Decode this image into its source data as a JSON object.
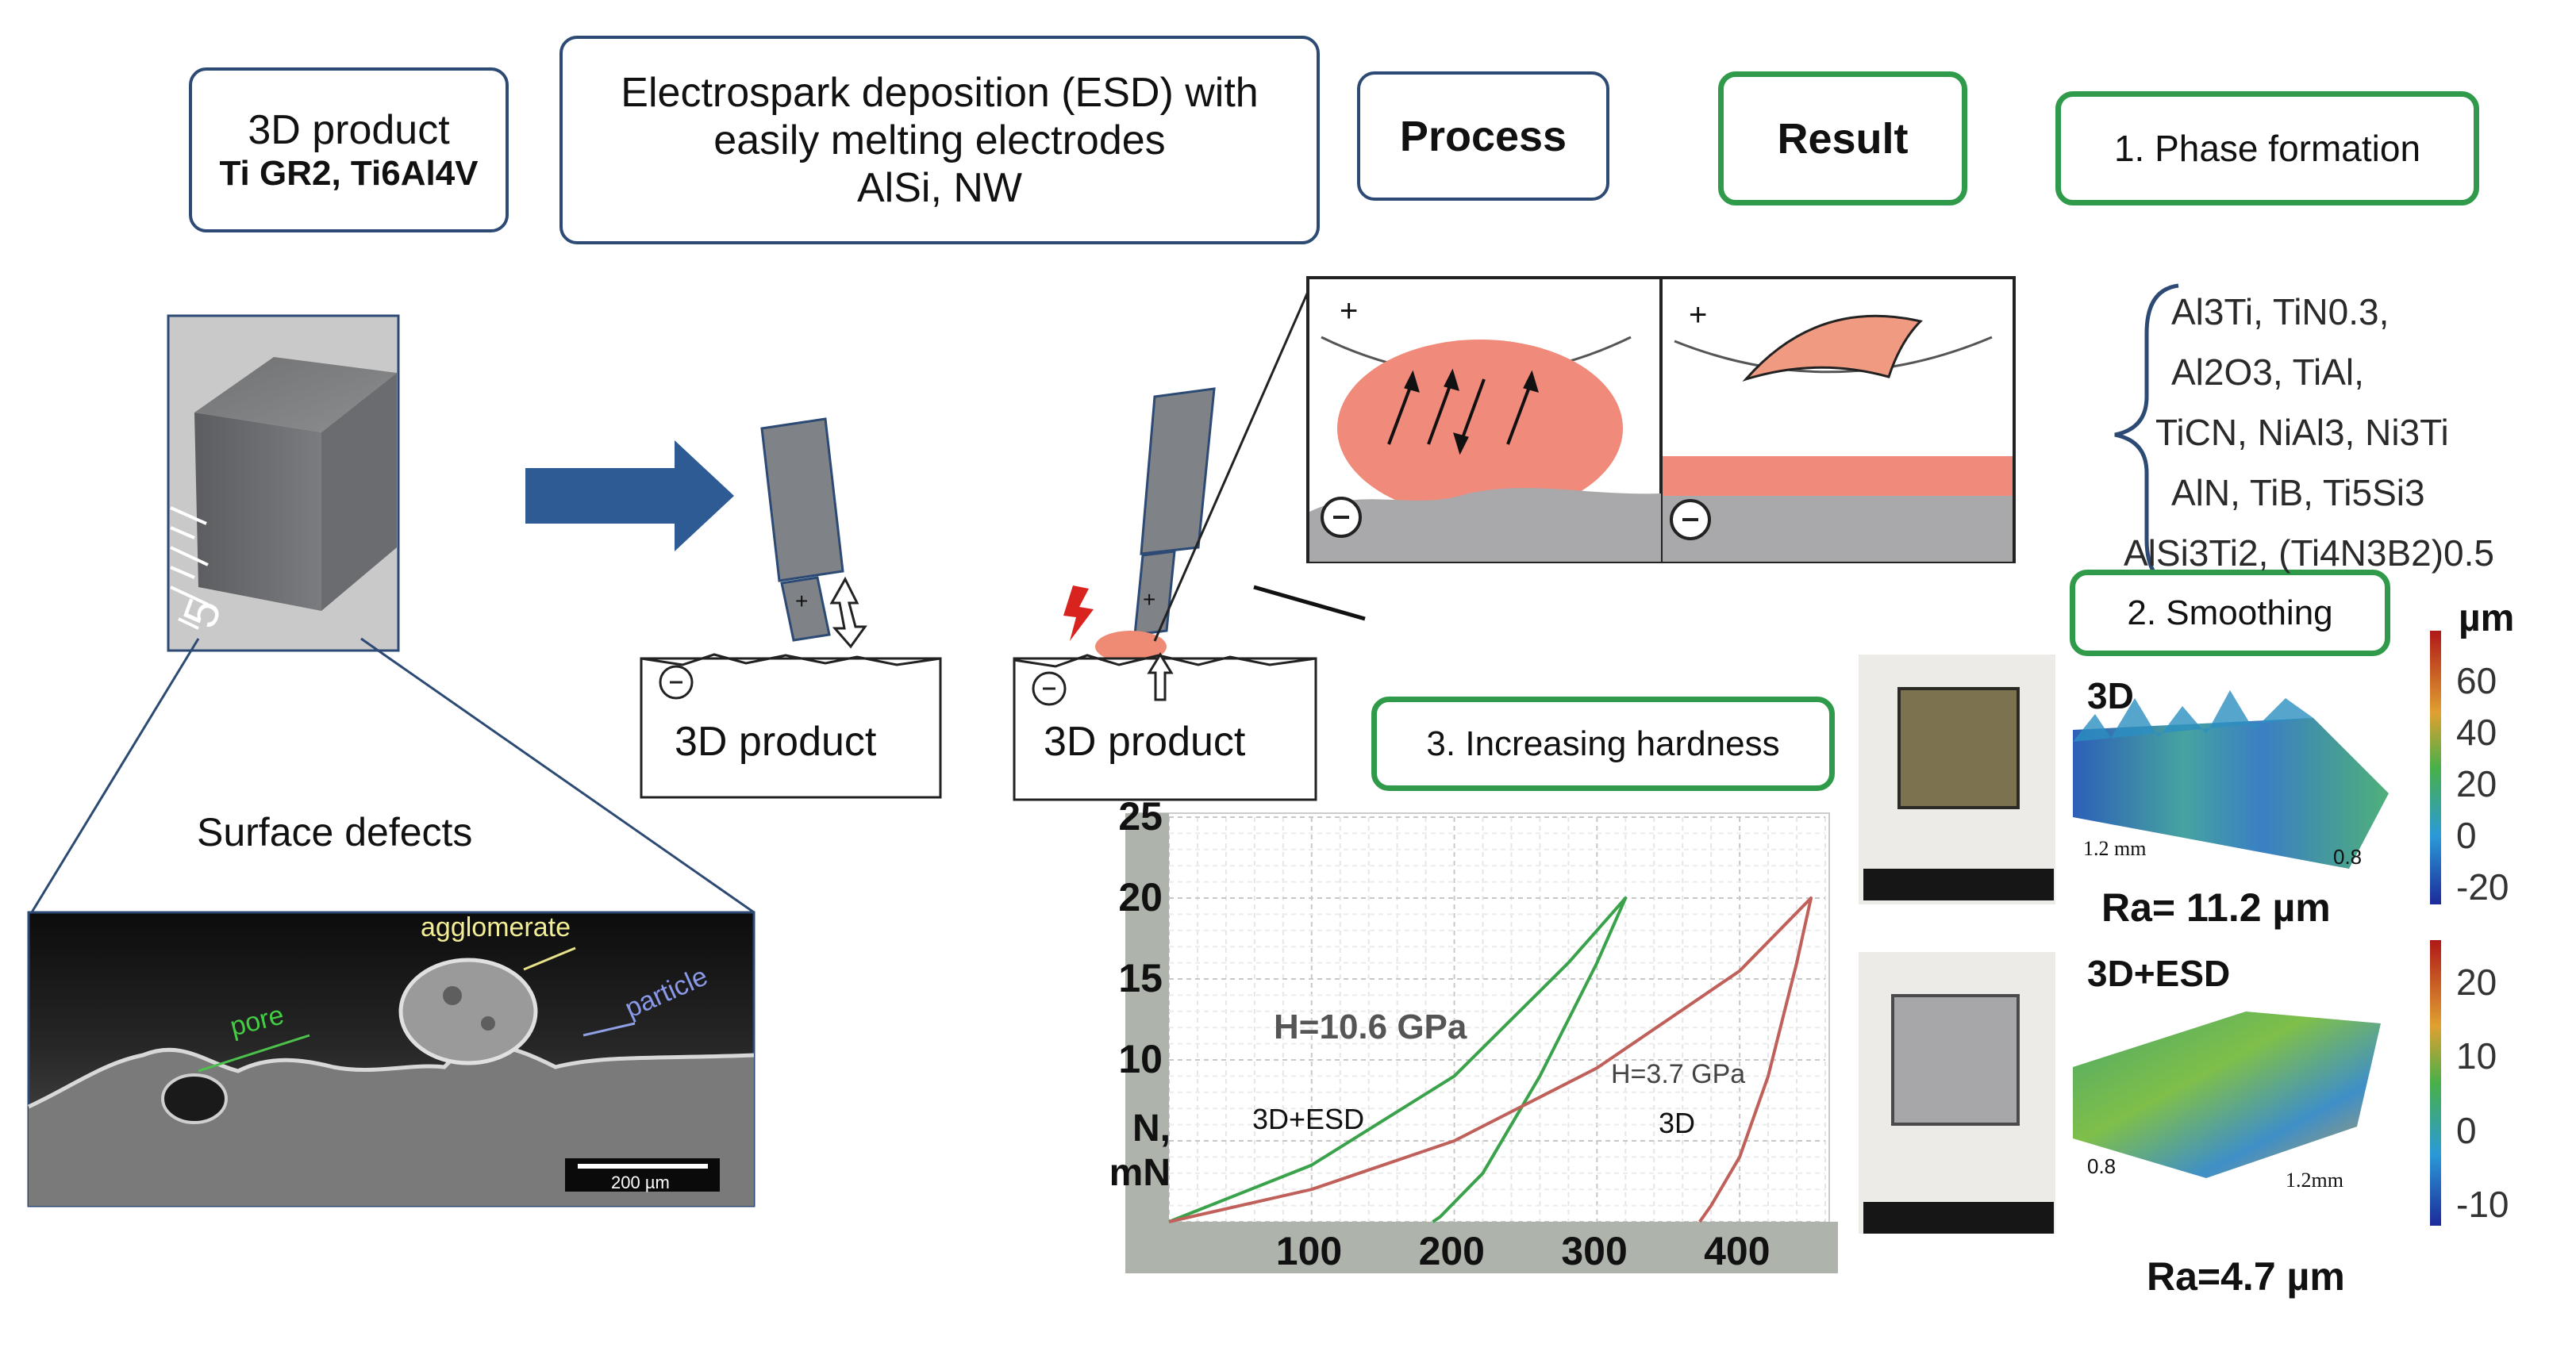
{
  "boxes": {
    "product": {
      "title": "3D product",
      "subtitle": "Ti GR2, Ti6Al4V"
    },
    "esd": {
      "line1": "Electrospark deposition (ESD) with",
      "line2": "easily melting electrodes",
      "line3": "AlSi, NW"
    },
    "process": "Process",
    "result": "Result",
    "phase_formation": "1. Phase formation",
    "smoothing": "2. Smoothing",
    "hardness": "3. Increasing hardness"
  },
  "phases": [
    "Al3Ti, TiN0.3,",
    "Al2O3, TiAl,",
    "TiCN, NiAl3, Ni3Ti",
    "AlN, TiB, Ti5Si3",
    "AlSi3Ti2, (Ti4N3B2)0.5"
  ],
  "process_labels": {
    "product1": "3D product",
    "product2": "3D product",
    "plus": "+",
    "minus": "-"
  },
  "defects": {
    "title": "Surface defects",
    "agglomerate": "agglomerate",
    "pore": "pore",
    "particle": "particle",
    "scale": "200 µm",
    "ruler_digit": "5"
  },
  "roughness": {
    "unit": "µm",
    "top": {
      "label": "3D",
      "x_dim": "1.2 mm",
      "y_dim": "0.8",
      "ra": "Ra= 11.2 µm",
      "ticks": [
        "60",
        "40",
        "20",
        "0",
        "-20"
      ]
    },
    "bottom": {
      "label": "3D+ESD",
      "x_dim": "1.2mm",
      "y_dim": "0.8",
      "ra": "Ra=4.7 µm",
      "ticks": [
        "20",
        "10",
        "0",
        "-10"
      ]
    }
  },
  "chart_data": {
    "type": "line",
    "title": "3. Increasing hardness",
    "xlabel": "",
    "ylabel": "N, mN",
    "xlim": [
      0,
      460
    ],
    "ylim": [
      0,
      25
    ],
    "x_ticks": [
      "100",
      "200",
      "300",
      "400"
    ],
    "y_ticks": [
      "25",
      "20",
      "15",
      "10"
    ],
    "series": [
      {
        "name": "3D+ESD",
        "annotation": "H=10.6 GPa",
        "color": "#3aa24a",
        "x": [
          0,
          100,
          200,
          280,
          320,
          300,
          260,
          220,
          190,
          185
        ],
        "y": [
          0,
          3.5,
          9,
          16,
          20,
          16,
          9,
          3,
          0.3,
          0
        ]
      },
      {
        "name": "3D",
        "annotation": "H=3.7 GPa",
        "color": "#c0605a",
        "x": [
          0,
          100,
          200,
          300,
          400,
          450,
          440,
          420,
          400,
          380,
          372
        ],
        "y": [
          0,
          2,
          5,
          9.5,
          15.5,
          20,
          16,
          9,
          4,
          1,
          0
        ]
      }
    ]
  }
}
